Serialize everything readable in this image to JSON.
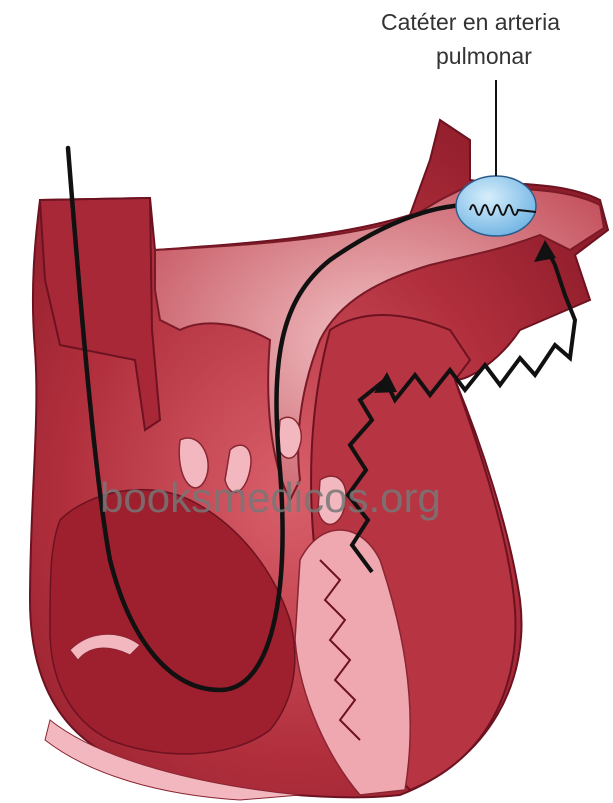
{
  "labels": {
    "catheter_line1": "Catéter en arteria",
    "catheter_line2": "pulmonar"
  },
  "watermark": "booksmedicos.org",
  "colors": {
    "myocardium_dark": "#9e1f2e",
    "myocardium_mid": "#c2414e",
    "chamber_light": "#f3b8bf",
    "catheter_line": "#111111",
    "balloon": "#8ec9ef",
    "balloon_outline": "#2a5c8a"
  }
}
